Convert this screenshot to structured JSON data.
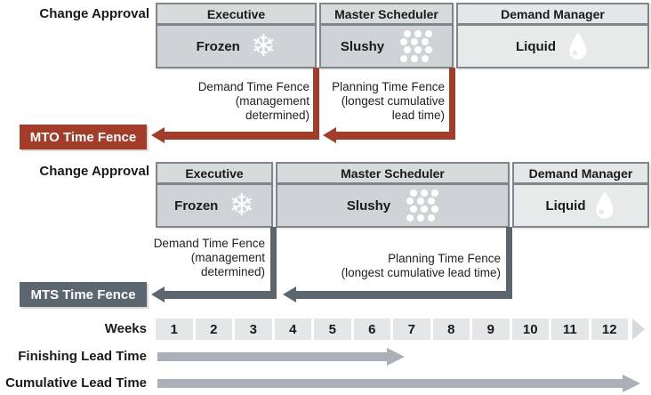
{
  "palette": {
    "mto_accent": "#A33C28",
    "mts_accent": "#5B6670",
    "zone_gray": "#CFD3D5",
    "zone_light": "#E8EAEA",
    "arrow_gray": "#A9B0B7",
    "border_gray": "#7E868C"
  },
  "mto": {
    "change_approval": "Change Approval",
    "fence_badge": "MTO Time Fence",
    "columns": [
      {
        "role": "Executive",
        "zone": "Frozen",
        "icon": "snowflake-icon"
      },
      {
        "role": "Master Scheduler",
        "zone": "Slushy",
        "icon": "slush-dots-icon"
      },
      {
        "role": "Demand Manager",
        "zone": "Liquid",
        "icon": "droplet-icon"
      }
    ],
    "demand_fence": [
      "Demand Time Fence",
      "(management",
      "determined)"
    ],
    "planning_fence": [
      "Planning Time Fence",
      "(longest cumulative",
      "lead time)"
    ]
  },
  "mts": {
    "change_approval": "Change Approval",
    "fence_badge": "MTS Time Fence",
    "columns": [
      {
        "role": "Executive",
        "zone": "Frozen",
        "icon": "snowflake-icon"
      },
      {
        "role": "Master Scheduler",
        "zone": "Slushy",
        "icon": "slush-dots-icon"
      },
      {
        "role": "Demand Manager",
        "zone": "Liquid",
        "icon": "droplet-icon"
      }
    ],
    "demand_fence": [
      "Demand Time Fence",
      "(management",
      "determined)"
    ],
    "planning_fence": [
      "Planning Time Fence",
      "(longest cumulative lead time)"
    ]
  },
  "timeline": {
    "weeks_label": "Weeks",
    "weeks": [
      "1",
      "2",
      "3",
      "4",
      "5",
      "6",
      "7",
      "8",
      "9",
      "10",
      "11",
      "12"
    ],
    "finishing_label": "Finishing Lead Time",
    "cumulative_label": "Cumulative Lead Time"
  }
}
